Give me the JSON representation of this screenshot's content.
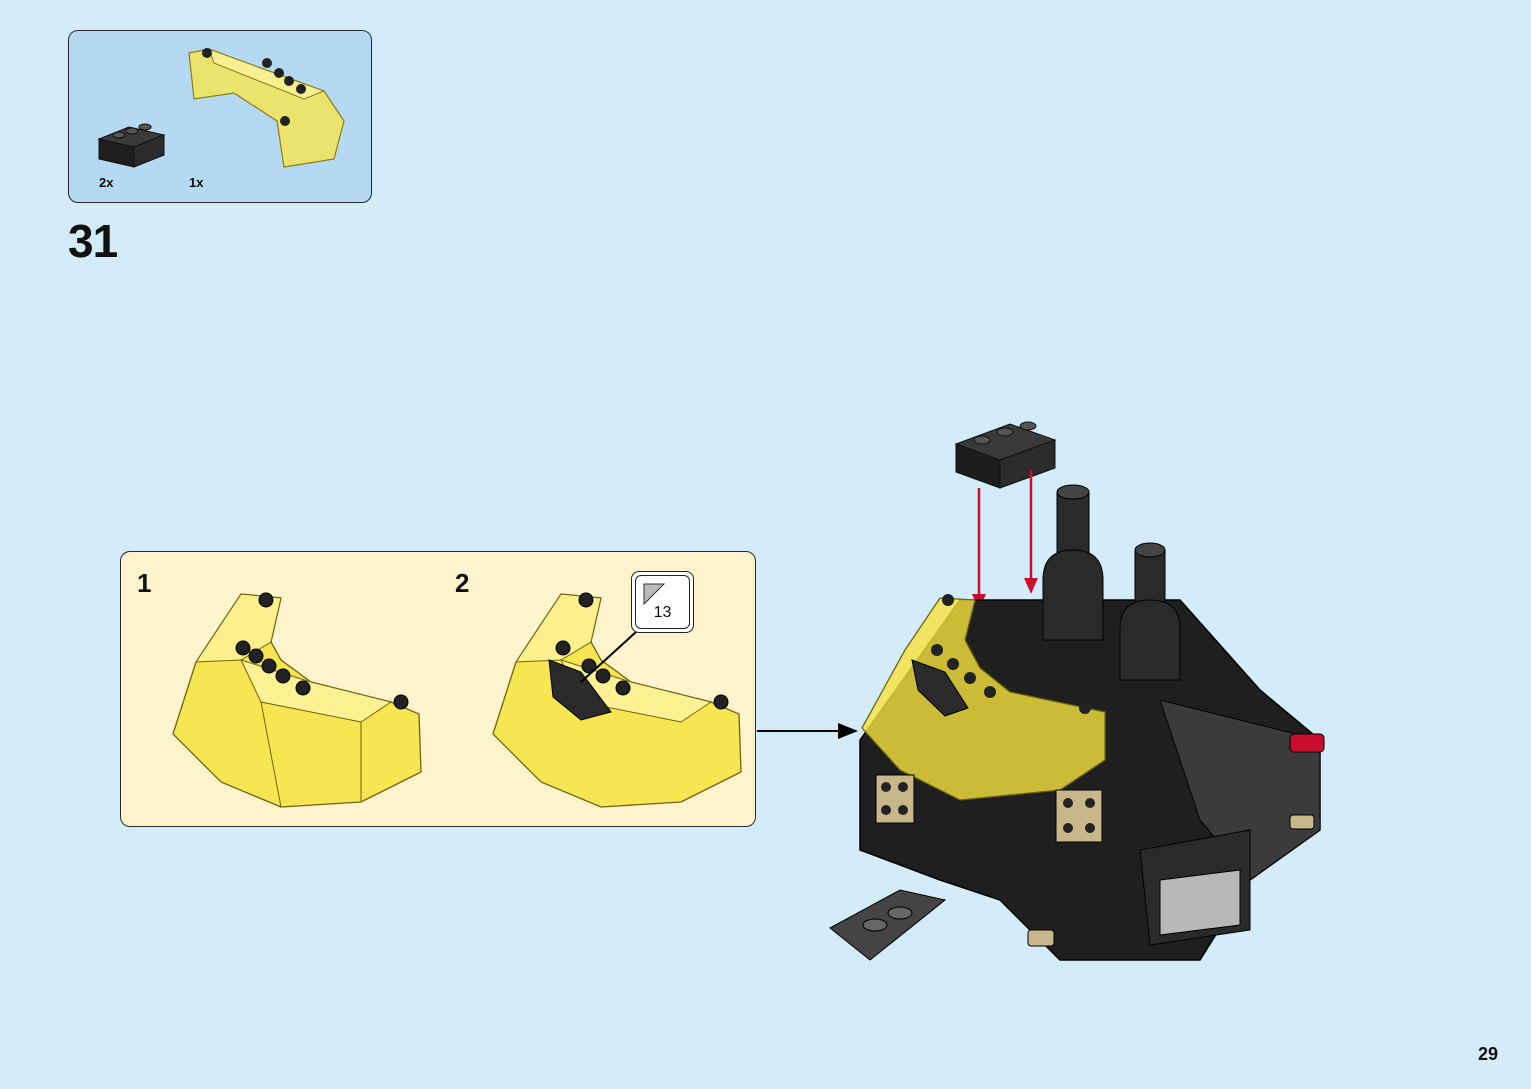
{
  "parts_list": {
    "items": [
      {
        "icon": "black-brick-1x3-icon",
        "quantity": "2x"
      },
      {
        "icon": "yellow-windscreen-icon",
        "quantity": "1x"
      }
    ]
  },
  "step": {
    "number": "31"
  },
  "sub_steps": [
    {
      "number": "1"
    },
    {
      "number": "2",
      "sticker": "13"
    }
  ],
  "colors": {
    "background": "#d4ecfa",
    "parts_box": "#b5d9f3",
    "sub_box": "#fdf3cc",
    "trans_yellow": "#f7e64a",
    "arrow_red": "#c8102e"
  },
  "page": {
    "number": "29"
  }
}
